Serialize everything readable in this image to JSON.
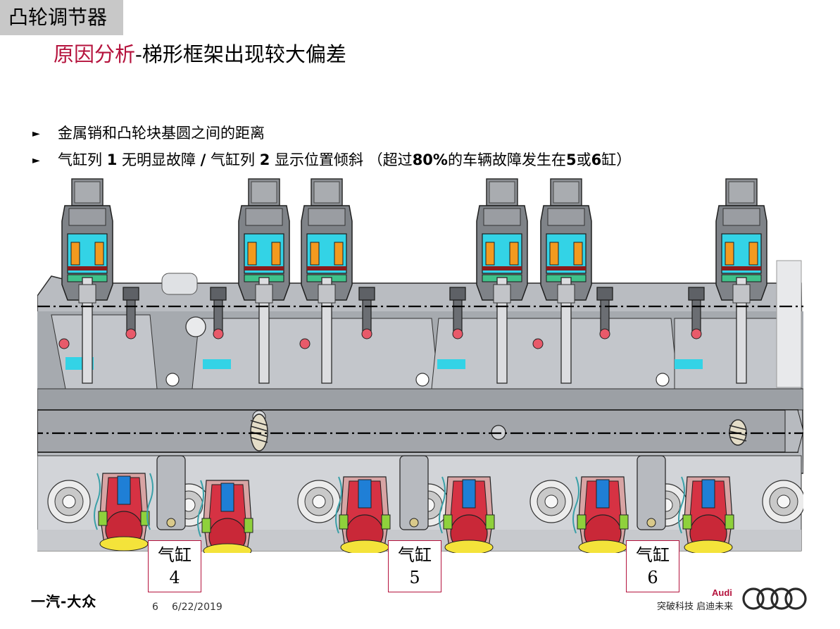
{
  "header": {
    "section_tag": "凸轮调节器",
    "title_accent": "原因分析",
    "title_rest": "-梯形框架出现较大偏差"
  },
  "bullets": {
    "item1": "金属销和凸轮块基圆之间的距离",
    "item2_a": "气缸列 ",
    "item2_b": "1",
    "item2_c": " 无明显故障 ",
    "item2_d": "/",
    "item2_e": " 气缸列 ",
    "item2_f": "2",
    "item2_g": " 显示位置倾斜 （超过",
    "item2_h": "80%",
    "item2_i": "的车辆故障发生在",
    "item2_j": "5",
    "item2_k": "或",
    "item2_l": "6",
    "item2_m": "缸）"
  },
  "cylinders": [
    {
      "label": "气缸",
      "number": "4"
    },
    {
      "label": "气缸",
      "number": "5"
    },
    {
      "label": "气缸",
      "number": "6"
    }
  ],
  "footer": {
    "company_logo": "一汽-大众",
    "page_number": "6",
    "date": "6/22/2019",
    "brand": "Audi",
    "slogan": "突破科技 启迪未来"
  },
  "icons": {
    "bullet": "arrow-bullet-icon",
    "brand_rings": "audi-rings-icon"
  }
}
